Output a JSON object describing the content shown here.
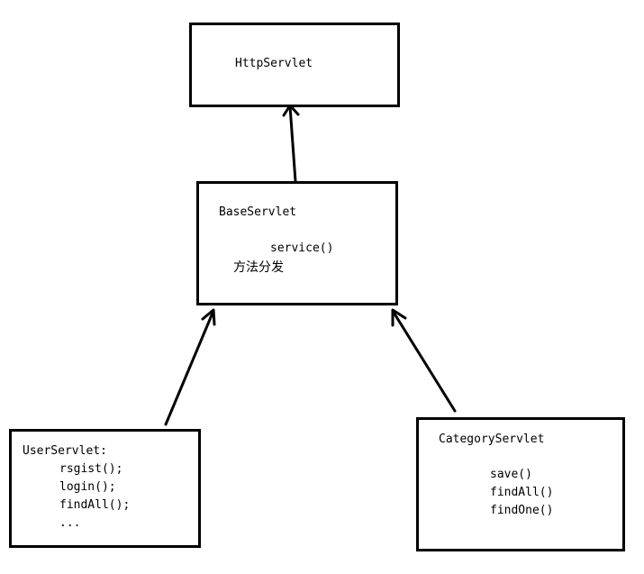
{
  "http_servlet": {
    "name": "HttpServlet"
  },
  "base_servlet": {
    "name": "BaseServlet",
    "method": "service()",
    "note": "方法分发"
  },
  "user_servlet": {
    "name": "UserServlet:",
    "methods": [
      "rsgist();",
      "login();",
      "findAll();",
      "..."
    ]
  },
  "category_servlet": {
    "name": "CategoryServlet",
    "methods": [
      "save()",
      "findAll()",
      "findOne()"
    ]
  }
}
